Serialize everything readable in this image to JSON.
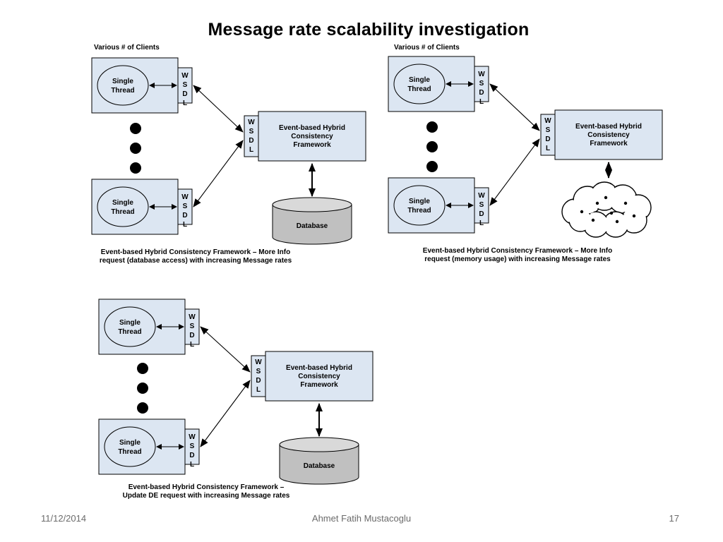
{
  "title": "Message rate scalability investigation",
  "clients_label": "Various # of Clients",
  "client": {
    "line1": "Single",
    "line2": "Thread"
  },
  "wsdl_letters": [
    "W",
    "S",
    "D",
    "L"
  ],
  "framework": {
    "line1": "Event-based Hybrid",
    "line2": "Consistency",
    "line3": "Framework"
  },
  "database_label": "Database",
  "captions": {
    "panel1": [
      "Event-based Hybrid Consistency Framework – More Info",
      "request (database access) with increasing Message rates"
    ],
    "panel2": [
      "Event-based Hybrid Consistency Framework – More Info",
      "request (memory usage) with increasing Message rates"
    ],
    "panel3": [
      "Event-based Hybrid Consistency Framework –",
      "Update DE request with increasing Message rates"
    ]
  },
  "footer": {
    "date": "11/12/2014",
    "author": "Ahmet Fatih Mustacoglu",
    "page": "17"
  },
  "colors": {
    "box_fill": "#dce6f2",
    "db_fill": "#c0c0c0",
    "db_top": "#d9d9d9",
    "stroke": "#000000"
  }
}
